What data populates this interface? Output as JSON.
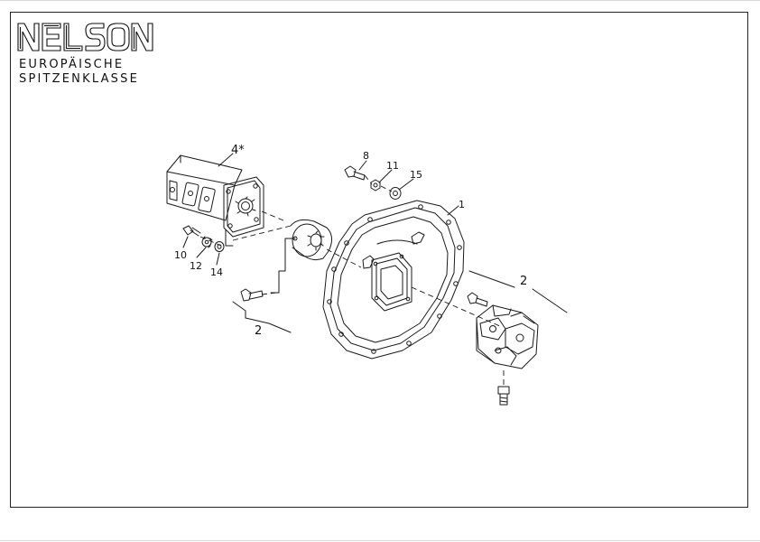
{
  "brand": {
    "logo_text": "NELSON",
    "tagline_line1": "EUROPÄISCHE",
    "tagline_line2": "SPITZENKLASSE"
  },
  "callouts": {
    "c4": "4*",
    "c8": "8",
    "c11": "11",
    "c15": "15",
    "c1": "1",
    "c10": "10",
    "c12": "12",
    "c14": "14",
    "c2_right": "2",
    "c2_left": "2"
  },
  "colors": {
    "line": "#1a1a1a",
    "frame": "#222222",
    "paper": "#ffffff"
  }
}
